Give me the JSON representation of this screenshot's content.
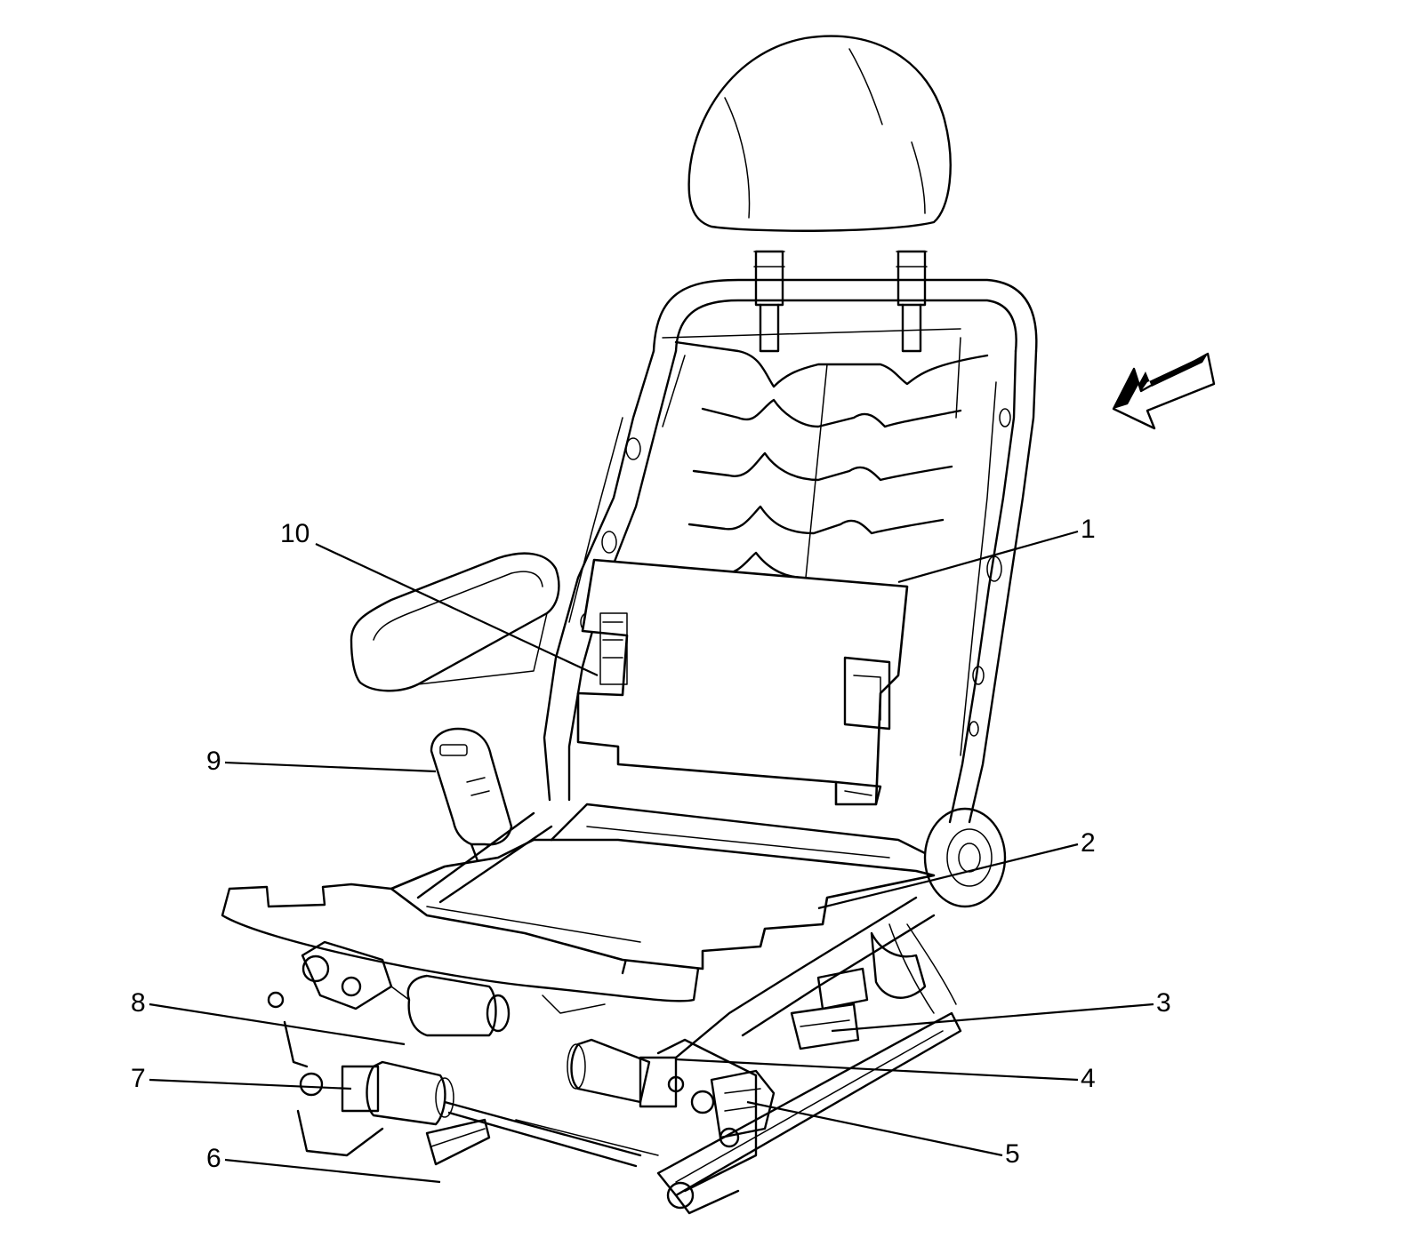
{
  "diagram": {
    "callouts": [
      {
        "id": "1",
        "label": "1"
      },
      {
        "id": "2",
        "label": "2"
      },
      {
        "id": "3",
        "label": "3"
      },
      {
        "id": "4",
        "label": "4"
      },
      {
        "id": "5",
        "label": "5"
      },
      {
        "id": "6",
        "label": "6"
      },
      {
        "id": "7",
        "label": "7"
      },
      {
        "id": "8",
        "label": "8"
      },
      {
        "id": "9",
        "label": "9"
      },
      {
        "id": "10",
        "label": "10"
      }
    ],
    "direction_arrow_icon": "front-direction-arrow-icon",
    "line_color": "#000000",
    "background_color": "#ffffff"
  }
}
